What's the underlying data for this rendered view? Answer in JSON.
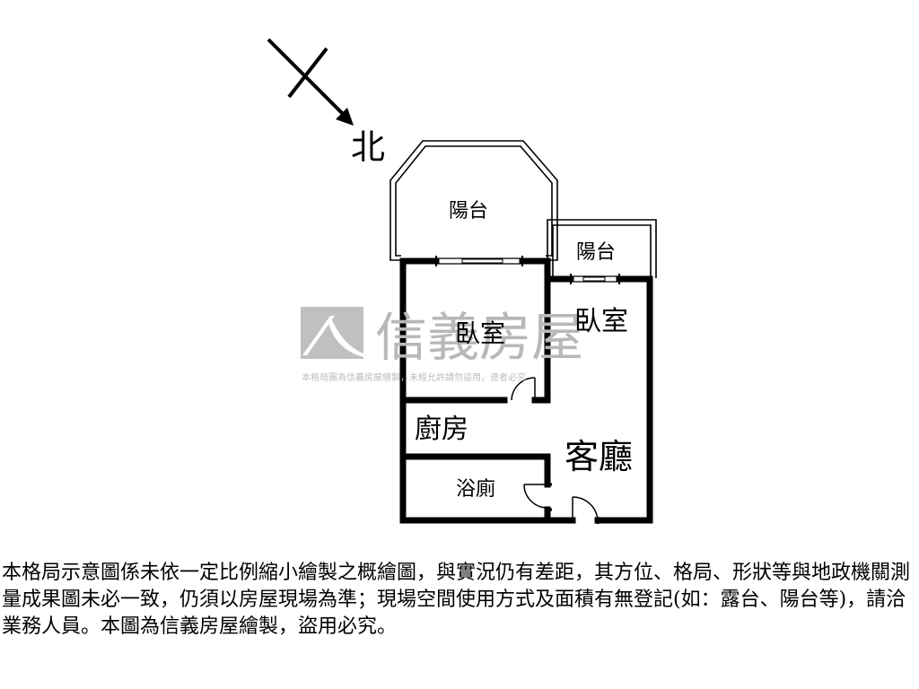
{
  "compass": {
    "north_label": "北"
  },
  "rooms": {
    "balcony_left": "陽台",
    "balcony_right": "陽台",
    "bedroom_left": "臥室",
    "bedroom_right": "臥室",
    "kitchen": "廚房",
    "living_room": "客廳",
    "bathroom": "浴廁"
  },
  "watermark": {
    "brand": "信義房屋",
    "notice": "本格局圖為信義房屋繪製，未經允許請勿盜用，違者必究"
  },
  "disclaimer": "本格局示意圖係未依一定比例縮小繪製之概繪圖，與實況仍有差距，其方位、格局、形狀等與地政機關測量成果圖未必一致，仍須以房屋現場為準；現場空間使用方式及面積有無登記(如：露台、陽台等)，請洽業務人員。本圖為信義房屋繪製，盜用必究。",
  "colors": {
    "wall": "#000000",
    "watermark": "#b8b8b8",
    "background": "#ffffff"
  },
  "icons": [
    "north-arrow-icon",
    "watermark-logo-icon"
  ]
}
